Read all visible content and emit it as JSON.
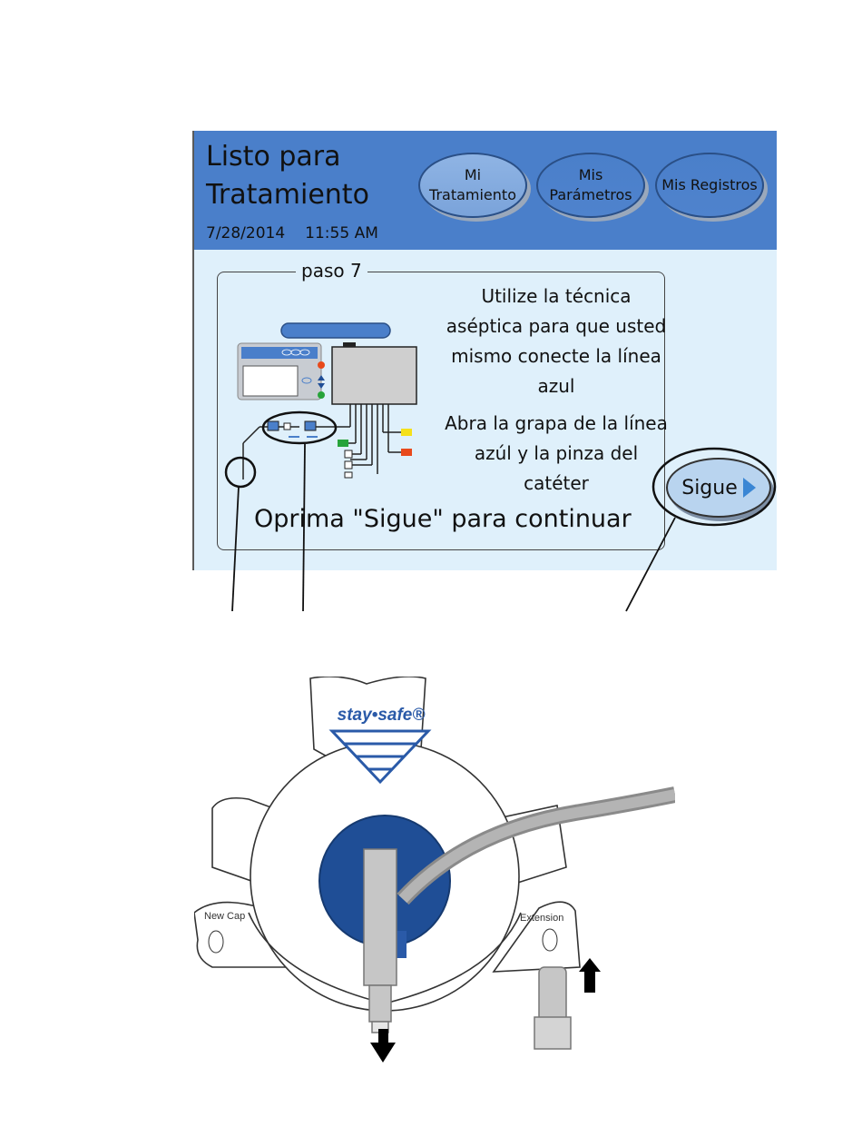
{
  "header": {
    "title": "Listo para Tratamiento",
    "date": "7/28/2014",
    "time": "11:55 AM",
    "tabs": [
      {
        "label": "Mi Tratamiento",
        "active": true
      },
      {
        "label": "Mis Parámetros",
        "active": false
      },
      {
        "label": "Mis Registros",
        "active": false
      }
    ]
  },
  "step": {
    "label": "paso 7",
    "instruction_1": "Utilize la técnica aséptica para que usted mismo conecte la línea azul",
    "instruction_2": "Abra la grapa de la línea azúl y la pinza del catéter",
    "continue_text": "Oprima \"Sigue\" para continuar",
    "next_label": "Sigue"
  },
  "illustration": {
    "brand": "stay•safe®",
    "label_left": "New Cap",
    "label_right": "Extension"
  },
  "colors": {
    "header_blue": "#4a7fca",
    "screen_bg": "#dff0fb",
    "active_tab": "#8fb4e4",
    "accent_blue": "#1f4e96"
  }
}
